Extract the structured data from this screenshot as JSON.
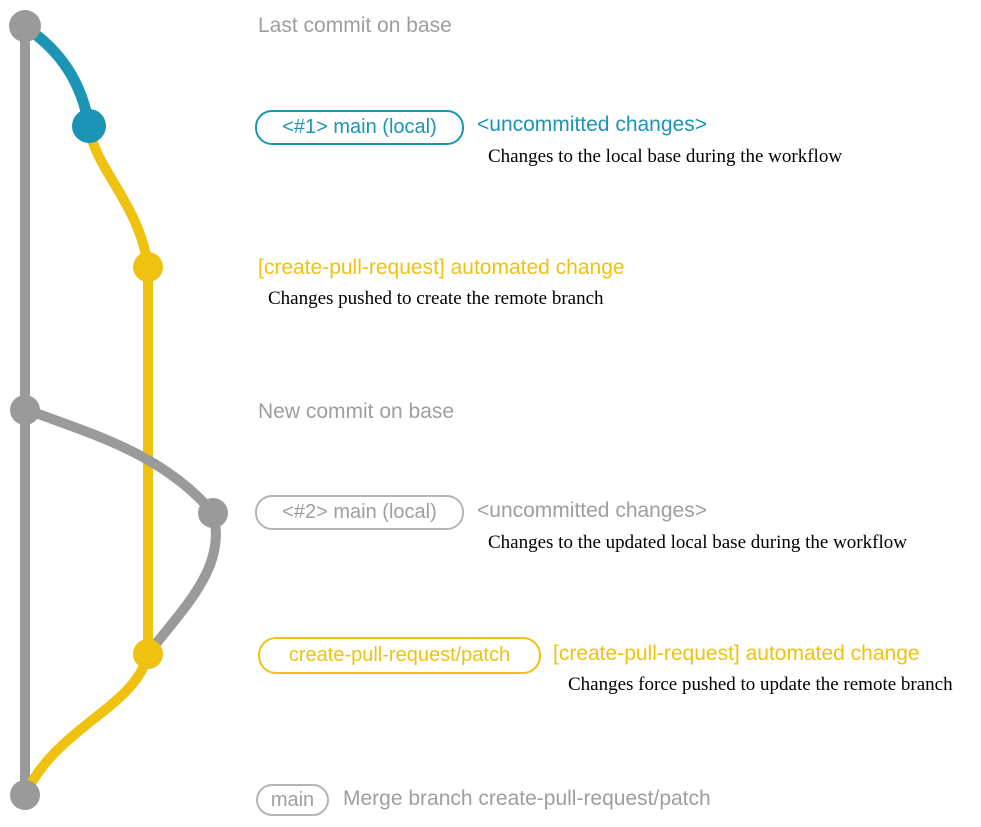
{
  "colors": {
    "gray": "#9a9a9a",
    "blue": "#1b94b6",
    "yellow": "#efc210",
    "text": "#9e9e9e",
    "badge_border_gray": "#b5b5b5",
    "desc": "#000000"
  },
  "rows": {
    "last_commit": {
      "label": "Last commit on base"
    },
    "main_local_1": {
      "badge": "<#1> main (local)",
      "title": "<uncommitted changes>",
      "desc": "Changes to the local base during the workflow"
    },
    "automated_change_1": {
      "title": "[create-pull-request] automated change",
      "desc": "Changes pushed to create the remote branch"
    },
    "new_commit": {
      "label": "New commit on base"
    },
    "main_local_2": {
      "badge": "<#2> main (local)",
      "title": "<uncommitted changes>",
      "desc": "Changes to the updated local base during the workflow"
    },
    "automated_change_2": {
      "badge": "create-pull-request/patch",
      "title": "[create-pull-request] automated change",
      "desc": "Changes force pushed to update the remote branch"
    },
    "merge": {
      "badge": "main",
      "label": "Merge branch create-pull-request/patch"
    }
  }
}
